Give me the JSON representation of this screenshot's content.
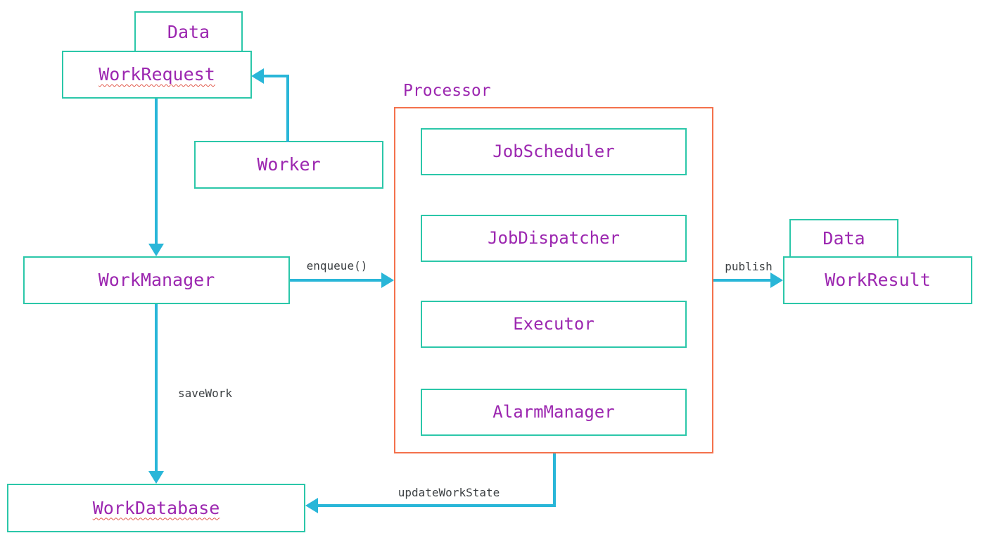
{
  "nodes": {
    "data_left": {
      "label": "Data"
    },
    "work_request": {
      "label": "WorkRequest",
      "spellcheck_underline": true
    },
    "worker": {
      "label": "Worker"
    },
    "work_manager": {
      "label": "WorkManager"
    },
    "processor": {
      "label": "Processor"
    },
    "job_scheduler": {
      "label": "JobScheduler"
    },
    "job_dispatcher": {
      "label": "JobDispatcher"
    },
    "executor": {
      "label": "Executor"
    },
    "alarm_manager": {
      "label": "AlarmManager"
    },
    "data_right": {
      "label": "Data"
    },
    "work_result": {
      "label": "WorkResult"
    },
    "work_database": {
      "label": "WorkDatabase",
      "spellcheck_underline": true
    }
  },
  "edges": {
    "worker_to_work_request": {
      "from": "Worker",
      "to": "WorkRequest"
    },
    "work_request_to_work_manager": {
      "from": "WorkRequest",
      "to": "WorkManager"
    },
    "enqueue": {
      "from": "WorkManager",
      "to": "Processor",
      "label": "enqueue()"
    },
    "publish": {
      "from": "Processor",
      "to": "WorkResult",
      "label": "publish"
    },
    "save_work": {
      "from": "WorkManager",
      "to": "WorkDatabase",
      "label": "saveWork"
    },
    "update_work_state": {
      "from": "Processor",
      "to": "WorkDatabase",
      "label": "updateWorkState"
    }
  },
  "colors": {
    "box_border": "#2bc7a9",
    "container_border": "#f4714c",
    "arrow": "#29b6d8",
    "node_text": "#9c27b0",
    "edge_text": "#3c4043",
    "spellcheck": "#e25a4c",
    "background": "#ffffff"
  }
}
